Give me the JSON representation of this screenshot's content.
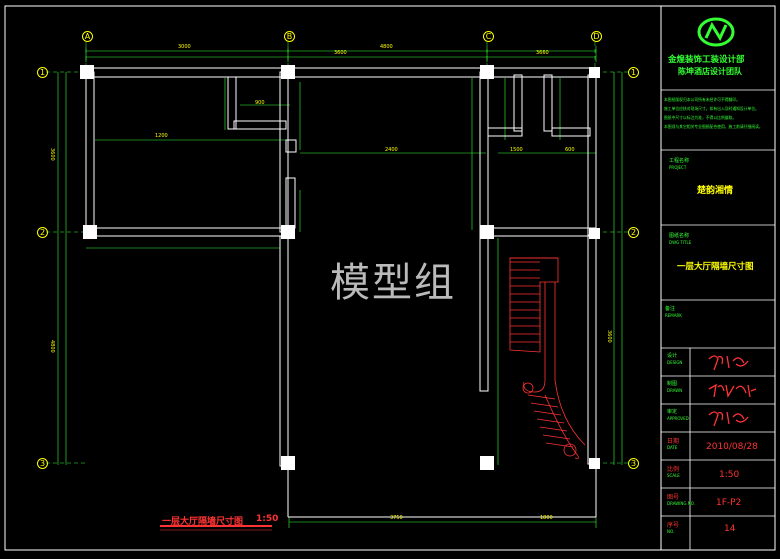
{
  "drawing": {
    "title": "一层大厅隔墙尺寸图",
    "scale": "1:50",
    "watermark": "模型组"
  },
  "grid_labels": {
    "top": [
      "A",
      "B",
      "C",
      "D"
    ],
    "left": [
      "1",
      "2",
      "3"
    ],
    "right": [
      "1",
      "2",
      "3"
    ]
  },
  "dimensions": {
    "top": [
      "3000",
      "4800",
      "3600",
      "3660"
    ],
    "bottom": [
      "3750",
      "1800"
    ],
    "left": [
      "3600",
      "4800"
    ],
    "misc": [
      "1200",
      "2400",
      "900",
      "1500",
      "600",
      "3600"
    ]
  },
  "title_block": {
    "company": "金煌装饰工装设计部",
    "team": "陈坤酒店设计团队",
    "notes": [
      "本图纸版权归本公司所有未经许可不得翻印。",
      "施工单位应核对现场尺寸，如有出入及时通知设计单位。",
      "图纸中尺寸以标注为准，不得以比例量取。",
      "本图须与其它相关专业图纸配合使用，施工前请仔细阅读。"
    ],
    "project_label": "工程名称",
    "project_sub": "PROJECT",
    "project_name": "楚韵湘情",
    "drawing_label": "图纸名称",
    "drawing_sub": "DWG TITLE",
    "drawing_name": "一层大厅隔墙尺寸图",
    "remark_label": "备注",
    "remark_sub": "REMARK",
    "design_label": "设计",
    "design_sub": "DESIGN",
    "draw_label": "制图",
    "draw_sub": "DRAWN",
    "check_label": "审定",
    "check_sub": "APPROVED",
    "date_label": "日期",
    "date_sub": "DATE",
    "date": "2010/08/28",
    "scale_label": "比例",
    "scale_sub": "SCALE",
    "scale": "1:50",
    "number_label": "图号",
    "number_sub": "DRAWING NO.",
    "number": "1F-P2",
    "seq_label": "序号",
    "seq_sub": "NO.",
    "seq": "14"
  },
  "colors": {
    "frame": "#ffffff",
    "wall": "#ffffff",
    "dimension": "#33ff33",
    "stair": "#ff3333",
    "label": "#ffff00",
    "grid": "#00ffff"
  }
}
